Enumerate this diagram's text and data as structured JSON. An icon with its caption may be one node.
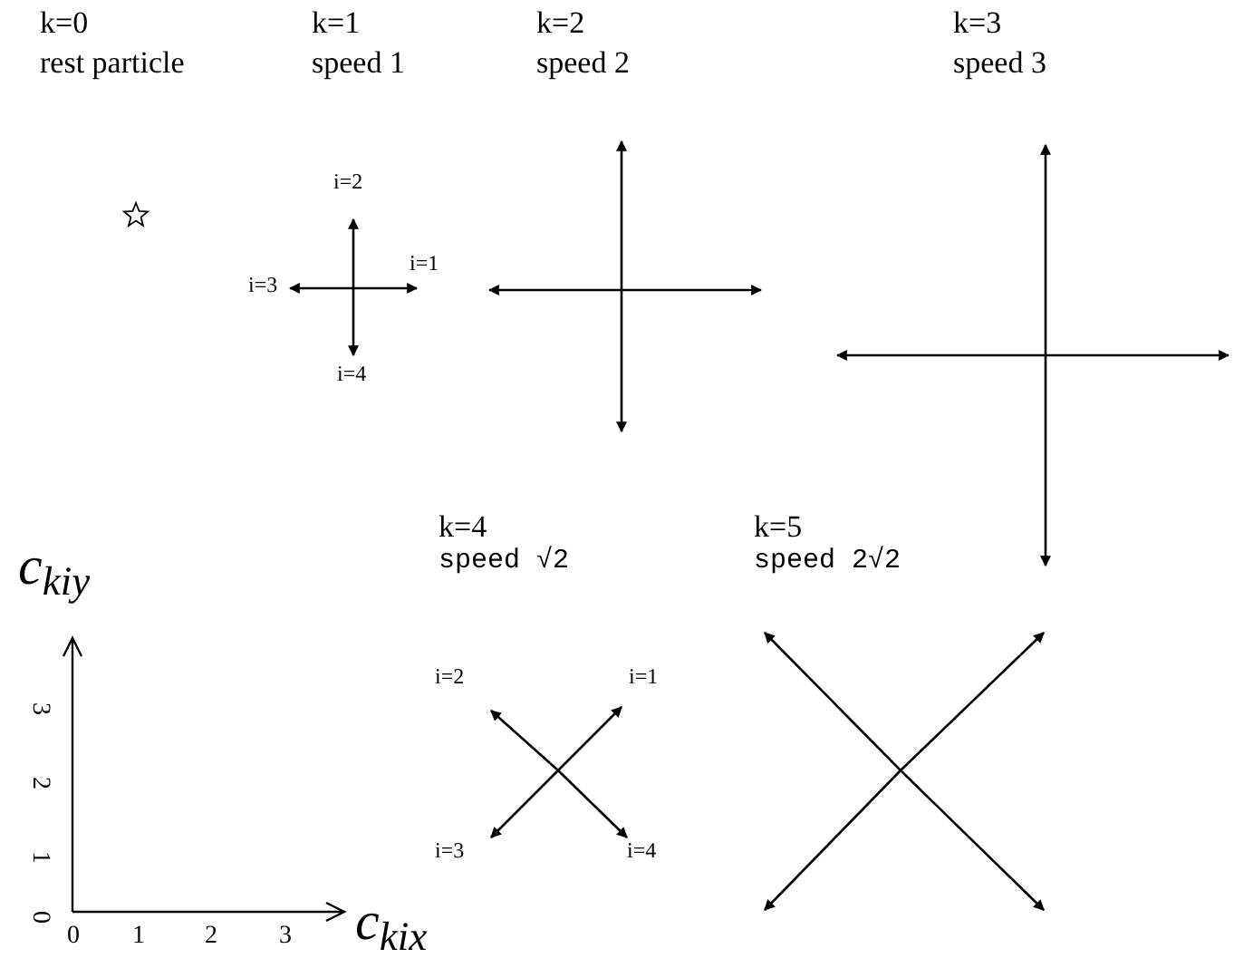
{
  "diagram": {
    "labels": [
      "k=0",
      "rest particle",
      "k=1",
      "speed 1",
      "k=2",
      "speed 2",
      "k=3",
      "speed 3",
      "i=2",
      "i=1",
      "i=3",
      "i=4",
      "k=4",
      "speed √2",
      "k=5",
      "speed 2√2",
      "c$_{kiy}$",
      "i=2",
      "i=1",
      "i=3",
      "i=4",
      "3",
      "2",
      "1",
      "0",
      "0",
      "1",
      "2",
      "3",
      "c$_{kix}$"
    ]
  }
}
